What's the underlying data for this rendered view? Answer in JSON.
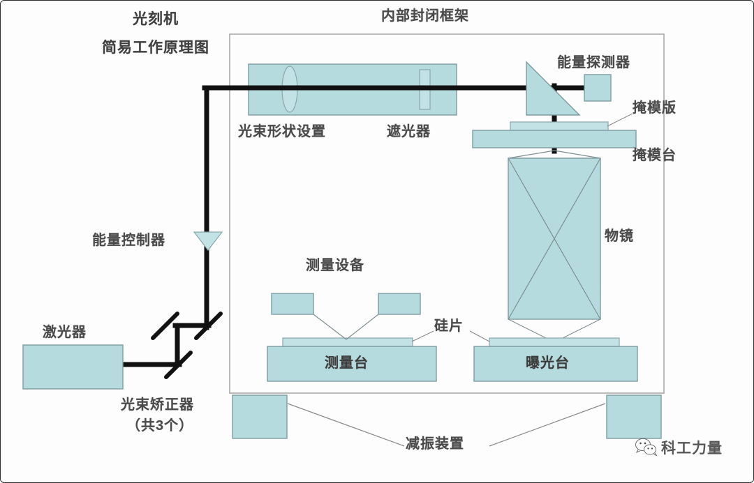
{
  "diagram": {
    "title_line1": "光刻机",
    "title_line2": "简易工作原理图",
    "frame_label": "内部封闭框架"
  },
  "labels": {
    "beam_shape": "光束形状设置",
    "shutter": "遮光器",
    "energy_detector": "能量探测器",
    "reticle": "掩模版",
    "reticle_stage": "掩模台",
    "objective": "物镜",
    "energy_controller": "能量控制器",
    "laser": "激光器",
    "beam_corrector_line1": "光束矫正器",
    "beam_corrector_line2": "（共3个）",
    "measure_equipment": "测量设备",
    "measure_stage": "测量台",
    "wafer": "硅片",
    "exposure_stage": "曝光台",
    "damper": "减振装置"
  },
  "watermark": {
    "text": "科工力量",
    "icon": "wechat-icon"
  },
  "colors": {
    "component_fill": "#b5dbdf",
    "component_stroke": "#7d9ca0",
    "beam": "#111111",
    "frame_stroke": "#a9a9a9",
    "leader_stroke": "#8a8a8a",
    "label_text": "#4a4a4a",
    "page_border": "#2b2b2b"
  }
}
